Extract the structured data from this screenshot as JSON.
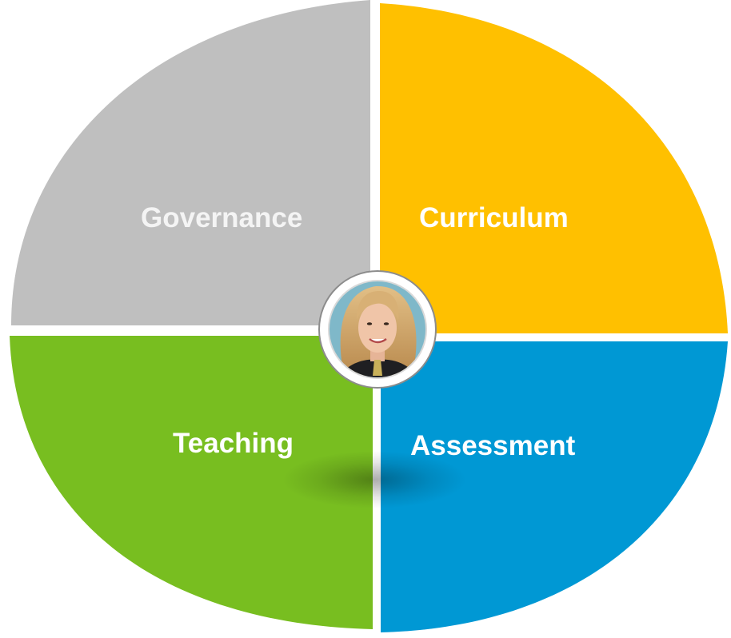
{
  "diagram": {
    "segments": [
      {
        "id": "governance",
        "label": "Governance",
        "color": "#bfbfbf"
      },
      {
        "id": "curriculum",
        "label": "Curriculum",
        "color": "#ffc000"
      },
      {
        "id": "teaching",
        "label": "Teaching",
        "color": "#78be20"
      },
      {
        "id": "assessment",
        "label": "Assessment",
        "color": "#0098d4"
      }
    ],
    "center": {
      "image": "portrait-photo",
      "ring_color": "#ffffff",
      "ring_border_color": "#8c8c8c",
      "photo_background": "#7fb8c9"
    }
  }
}
